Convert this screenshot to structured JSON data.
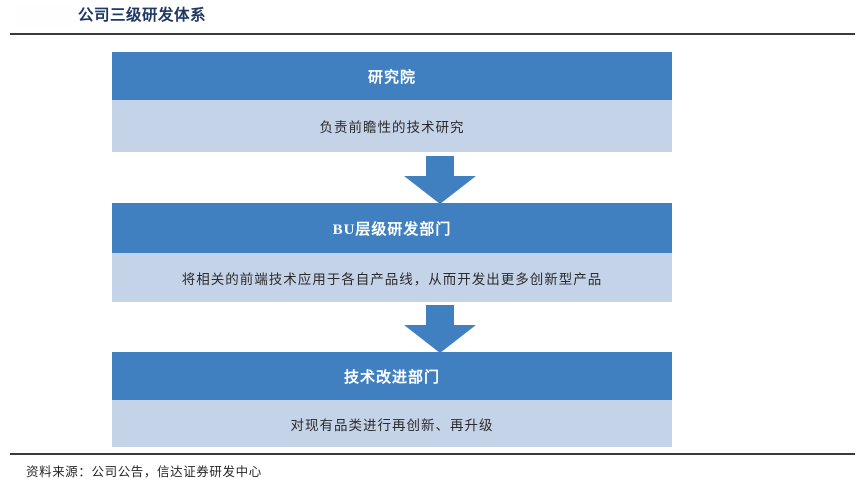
{
  "header": {
    "title": "公司三级研发体系",
    "logo_icon": "company-logo-watermark-icon",
    "rule_color": "#3a3a3a",
    "title_color": "#1f3864"
  },
  "diagram": {
    "type": "vertical-flow",
    "header_color": "#4180c0",
    "body_color": "#c5d3e8",
    "arrow_color": "#4180c0",
    "levels": [
      {
        "title": "研究院",
        "description": "负责前瞻性的技术研究"
      },
      {
        "title": "BU层级研发部门",
        "description": "将相关的前端技术应用于各自产品线，从而开发出更多创新型产品"
      },
      {
        "title": "技术改进部门",
        "description": "对现有品类进行再创新、再升级"
      }
    ],
    "connectors": [
      {
        "icon": "down-arrow-icon"
      },
      {
        "icon": "down-arrow-icon"
      }
    ]
  },
  "footer": {
    "source": "资料来源：公司公告，信达证券研发中心",
    "rule_color": "#3a3a3a"
  }
}
